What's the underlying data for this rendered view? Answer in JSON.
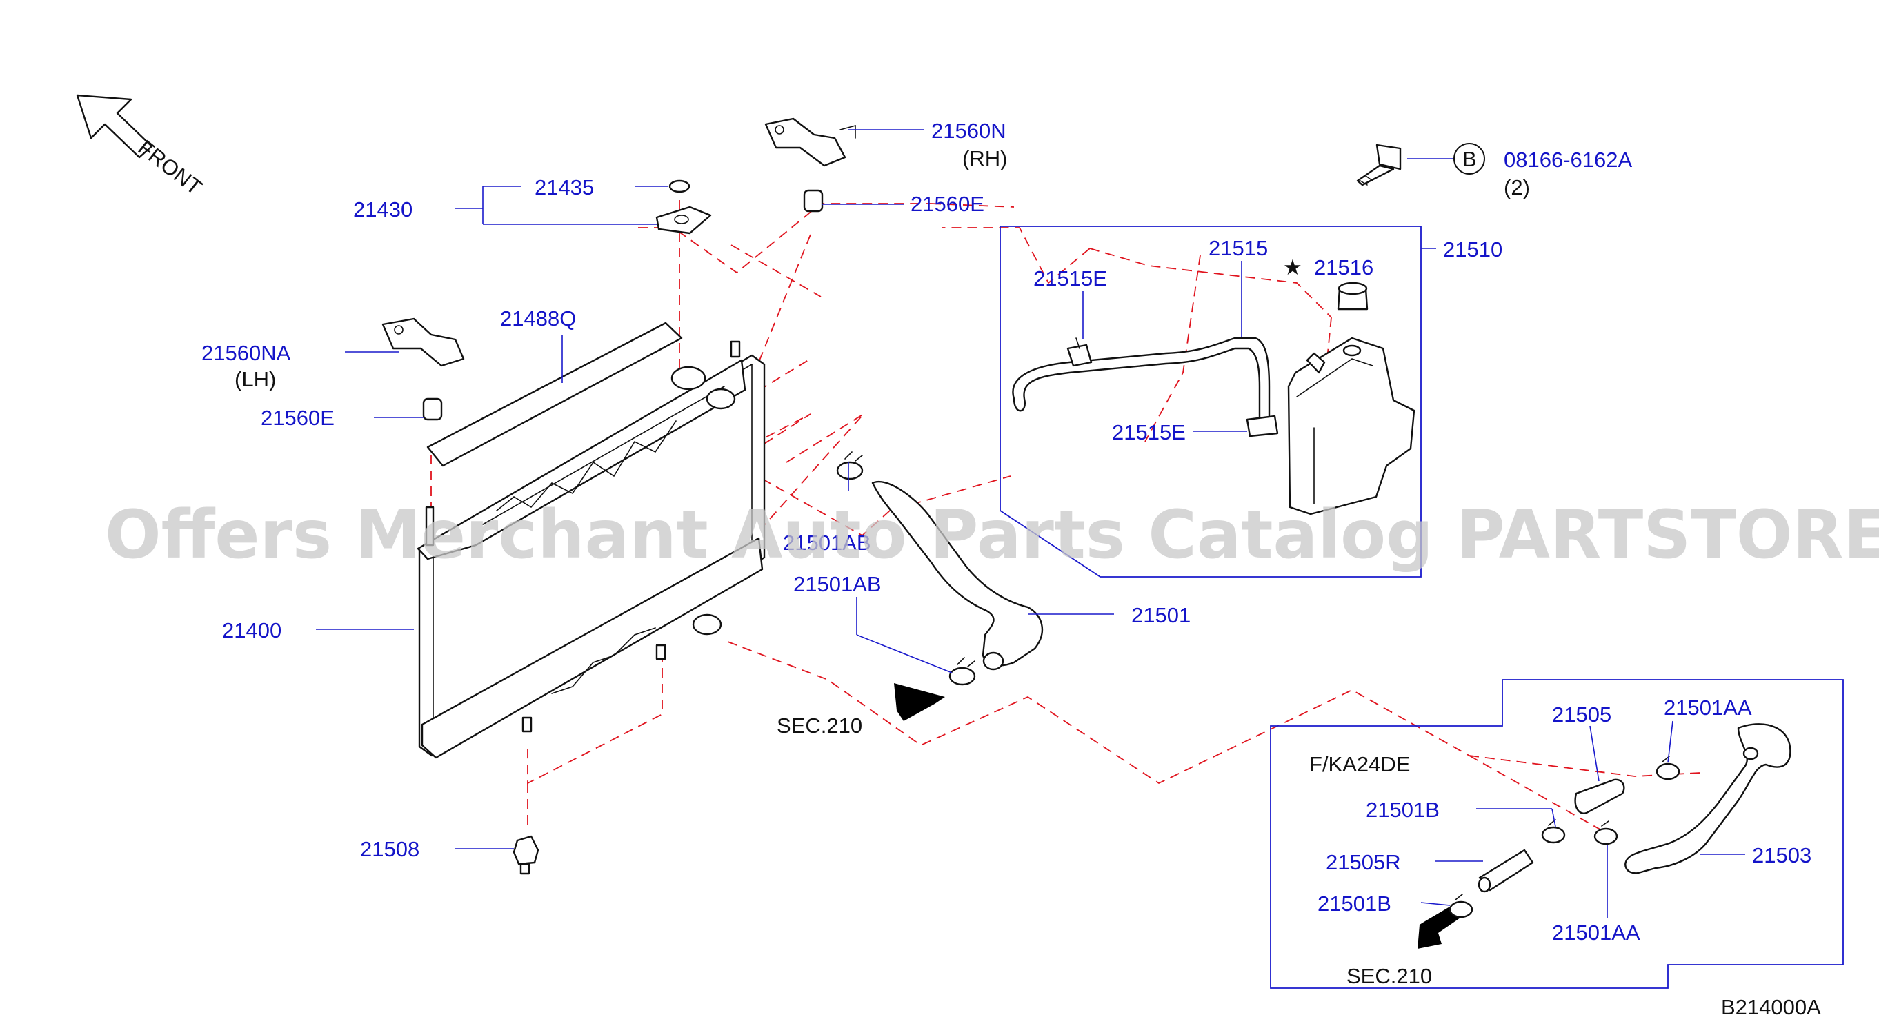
{
  "watermark": "Offers Merchant Auto Parts Catalog PARTSTORE.SA",
  "front_label": "FRONT",
  "diagram_code": "B214000A",
  "engine_note": "F/KA24DE",
  "section_ref_1": "SEC.210",
  "section_ref_2": "SEC.210",
  "bolt_badge": "B",
  "bolt_qty": "(2)",
  "sides": {
    "rh": "(RH)",
    "lh": "(LH)"
  },
  "star": "★",
  "parts": {
    "p21560N": "21560N",
    "p21560E_upper": "21560E",
    "p21435": "21435",
    "p21430": "21430",
    "p21488Q": "21488Q",
    "p21560NA": "21560NA",
    "p21560E_lower": "21560E",
    "p21400": "21400",
    "p21508": "21508",
    "p08166": "08166-6162A",
    "p21510": "21510",
    "p21515": "21515",
    "p21516": "21516",
    "p21515E_upper": "21515E",
    "p21515E_lower": "21515E",
    "p21501AB_upper": "21501AB",
    "p21501AB_lower": "21501AB",
    "p21501": "21501",
    "p21505": "21505",
    "p21501AA_upper": "21501AA",
    "p21501B_upper": "21501B",
    "p21505R": "21505R",
    "p21501B_lower": "21501B",
    "p21503": "21503",
    "p21501AA_lower": "21501AA"
  }
}
